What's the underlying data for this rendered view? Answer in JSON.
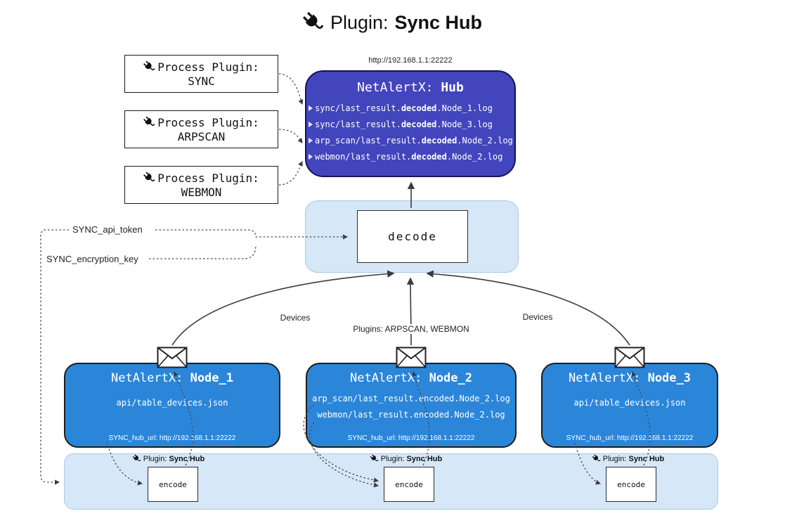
{
  "title": {
    "prefix": "Plugin: ",
    "bold": "Sync Hub"
  },
  "hub": {
    "url": "http://192.168.1.1:22222",
    "name_prefix": "NetAlertX: ",
    "name_bold": "Hub",
    "lines": [
      {
        "pre": "sync/last_result.",
        "bold": "decoded",
        "post": ".Node_1.log"
      },
      {
        "pre": "sync/last_result.",
        "bold": "decoded",
        "post": ".Node_3.log"
      },
      {
        "pre": "arp_scan/last_result.",
        "bold": "decoded",
        "post": ".Node_2.log"
      },
      {
        "pre": "webmon/last_result.",
        "bold": "decoded",
        "post": ".Node_2.log"
      }
    ]
  },
  "process_plugins": [
    {
      "label": "Process Plugin:",
      "name": "SYNC"
    },
    {
      "label": "Process Plugin:",
      "name": "ARPSCAN"
    },
    {
      "label": "Process Plugin:",
      "name": "WEBMON"
    }
  ],
  "decode_label": "decode",
  "encode_label": "encode",
  "tokens": {
    "api_token": "SYNC_api_token",
    "encryption_key": "SYNC_encryption_key"
  },
  "flow_labels": {
    "left_devices": "Devices",
    "middle_plugins": "Plugins: ARPSCAN, WEBMON",
    "right_devices": "Devices"
  },
  "sync_plugin_tag": {
    "prefix": "Plugin: ",
    "bold": "Sync Hub"
  },
  "nodes": [
    {
      "name_prefix": "NetAlertX: ",
      "name_bold": "Node_1",
      "lines": [
        "api/table_devices.json"
      ],
      "hub_url": "SYNC_hub_url: http://192.168.1.1:22222"
    },
    {
      "name_prefix": "NetAlertX: ",
      "name_bold": "Node_2",
      "lines": [
        "arp_scan/last_result.encoded.Node_2.log",
        "webmon/last_result.encoded.Node_2.log"
      ],
      "hub_url": "SYNC_hub_url: http://192.168.1.1:22222"
    },
    {
      "name_prefix": "NetAlertX: ",
      "name_bold": "Node_3",
      "lines": [
        "api/table_devices.json"
      ],
      "hub_url": "SYNC_hub_url: http://192.168.1.1:22222"
    }
  ],
  "colors": {
    "hub_bg": "#4345bd",
    "hub_border": "#14145a",
    "node_bg": "#2b86da",
    "node_border": "#1d1d1d",
    "panel_bg": "#d6e7f8",
    "panel_border": "#a9c8e8",
    "box_border": "#2b2b2b",
    "arrow": "#3b3b3b"
  }
}
